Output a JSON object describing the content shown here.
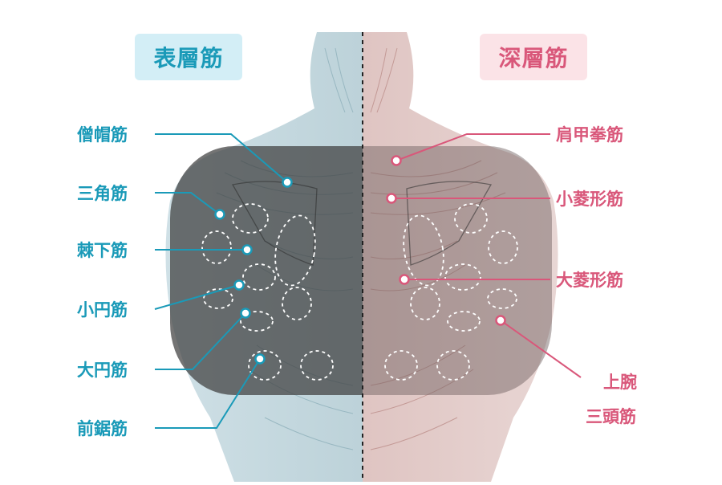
{
  "headers": {
    "superficial": "表層筋",
    "deep": "深層筋"
  },
  "colors": {
    "superficial": "#1a9ab8",
    "deep": "#d9577a",
    "superficial_badge_bg": "#d3eef6",
    "deep_badge_bg": "#fbe3e7",
    "pad_overlay": "#3f3f3f"
  },
  "left_labels": [
    {
      "id": "trapezius",
      "text": "僧帽筋"
    },
    {
      "id": "deltoid",
      "text": "三角筋"
    },
    {
      "id": "infraspinatus",
      "text": "棘下筋"
    },
    {
      "id": "teres-minor",
      "text": "小円筋"
    },
    {
      "id": "teres-major",
      "text": "大円筋"
    },
    {
      "id": "serratus-anterior",
      "text": "前鋸筋"
    }
  ],
  "right_labels": [
    {
      "id": "levator-scapulae",
      "text": "肩甲拳筋"
    },
    {
      "id": "rhomboid-minor",
      "text": "小菱形筋"
    },
    {
      "id": "rhomboid-major",
      "text": "大菱形筋"
    },
    {
      "id": "triceps-line1",
      "text": "上腕"
    },
    {
      "id": "triceps-line2",
      "text": "三頭筋"
    }
  ]
}
